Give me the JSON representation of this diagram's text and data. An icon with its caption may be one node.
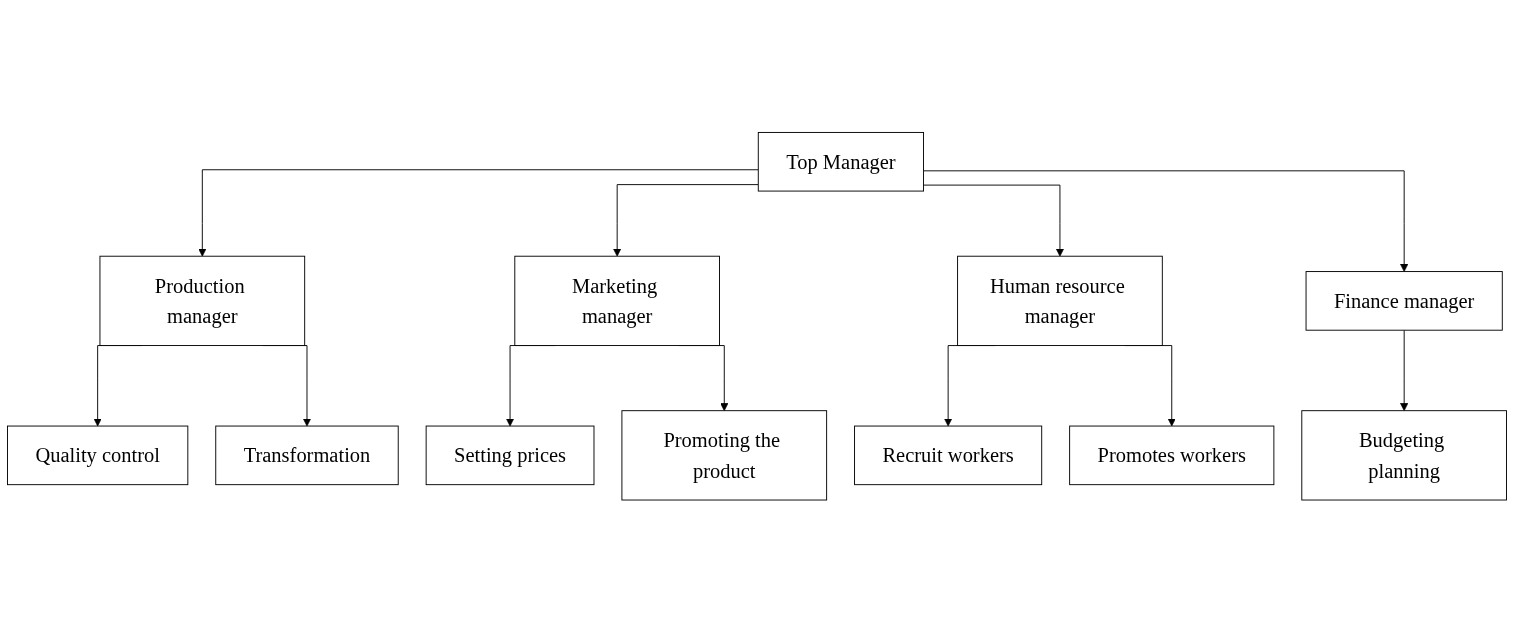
{
  "diagram": {
    "nodes": [
      {
        "text": [
          "Top Manager"
        ]
      },
      {
        "text": [
          "Production manager"
        ]
      },
      {
        "text": [
          "Marketing manager"
        ]
      },
      {
        "text": [
          "Human resource manager"
        ]
      },
      {
        "text": [
          "Finance manager"
        ]
      },
      {
        "text": [
          "Quality control"
        ]
      },
      {
        "text": [
          "Transformation"
        ]
      },
      {
        "text": [
          "Setting prices"
        ]
      },
      {
        "text": [
          "Promoting the product"
        ]
      },
      {
        "text": [
          "Recruit workers"
        ]
      },
      {
        "text": [
          "Promotes workers"
        ]
      },
      {
        "text": [
          "Budgeting planning"
        ]
      }
    ],
    "edges": [
      {
        "from": 0,
        "to": 1,
        "arrow": "to"
      },
      {
        "from": 0,
        "to": 2,
        "arrow": "to"
      },
      {
        "from": 0,
        "to": 3,
        "arrow": "to"
      },
      {
        "from": 0,
        "to": 4,
        "arrow": "to"
      },
      {
        "from": 1,
        "to": 5,
        "arrow": "to"
      },
      {
        "from": 1,
        "to": 6,
        "arrow": "to"
      },
      {
        "from": 2,
        "to": 7,
        "arrow": "to"
      },
      {
        "from": 2,
        "to": 8,
        "arrow": "to"
      },
      {
        "from": 3,
        "to": 9,
        "arrow": "to"
      },
      {
        "from": 3,
        "to": 10,
        "arrow": "to"
      },
      {
        "from": 4,
        "to": 11,
        "arrow": "to"
      }
    ]
  }
}
